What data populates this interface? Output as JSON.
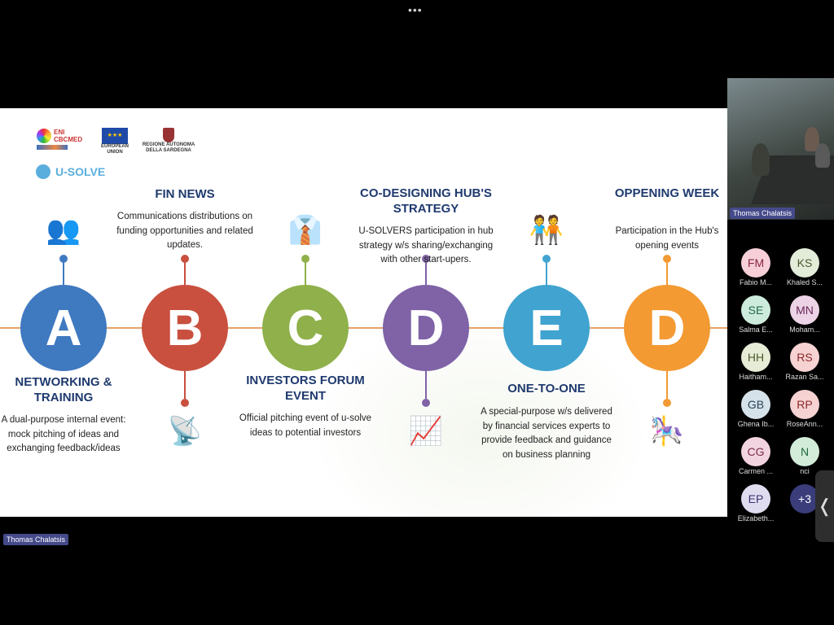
{
  "window": {
    "more_menu": "•••"
  },
  "slide": {
    "logos": {
      "eni": "ENI CBCMED",
      "eu": "EUROPEAN UNION",
      "region": "REGIONE AUTONOMA DELLA SARDEGNA",
      "usolve": "U-SOLVE"
    },
    "steps": [
      {
        "letter": "A",
        "color": "#3f79c0",
        "title": "NETWORKING & TRAINING",
        "desc": "A dual-purpose internal event: mock pitching of ideas and exchanging feedback/ideas",
        "icon": "team-icon"
      },
      {
        "letter": "B",
        "color": "#c9503f",
        "title": "FIN NEWS",
        "desc": "Communications distributions on funding opportunities and related updates.",
        "icon": "satellite-dish-icon"
      },
      {
        "letter": "C",
        "color": "#8fb04a",
        "title": "INVESTORS FORUM EVENT",
        "desc": "Official pitching event of u-solve ideas to potential investors",
        "icon": "tie-icon"
      },
      {
        "letter": "D",
        "color": "#7f63a6",
        "title": "CO-DESIGNING HUB'S STRATEGY",
        "desc": "U-SOLVERS participation in hub strategy w/s sharing/exchanging with other start-upers.",
        "icon": "chart-icon"
      },
      {
        "letter": "E",
        "color": "#41a3cf",
        "title": "ONE-TO-ONE",
        "desc": "A special-purpose w/s delivered by financial services experts to provide feedback and guidance on business planning",
        "icon": "meeting-icon"
      },
      {
        "letter": "D",
        "color": "#f39a33",
        "title": "OPPENING WEEK",
        "desc": "Participation in the Hub's opening events",
        "icon": "carousel-icon"
      }
    ]
  },
  "presenter": {
    "name": "Thomas Chalatsis"
  },
  "participants": [
    {
      "initials": "FM",
      "name": "Fabio M...",
      "bg": "#f6cfd9",
      "fg": "#8a2540"
    },
    {
      "initials": "KS",
      "name": "Khaled S...",
      "bg": "#e3ecd9",
      "fg": "#4a5a30"
    },
    {
      "initials": "SE",
      "name": "Salma  E...",
      "bg": "#cdebdc",
      "fg": "#1f6a48"
    },
    {
      "initials": "MN",
      "name": "Moham...",
      "bg": "#ecd3e6",
      "fg": "#6a2658"
    },
    {
      "initials": "HH",
      "name": "Haitham...",
      "bg": "#e6ecd6",
      "fg": "#4c5a2c"
    },
    {
      "initials": "RS",
      "name": "Razan Sa...",
      "bg": "#f6d2d2",
      "fg": "#8a2a2a"
    },
    {
      "initials": "GB",
      "name": "Ghena Ib...",
      "bg": "#d6e2ea",
      "fg": "#2a4458"
    },
    {
      "initials": "RP",
      "name": "RoseAnn...",
      "bg": "#f6d2d2",
      "fg": "#8a2a2a"
    },
    {
      "initials": "CG",
      "name": "Carmen ...",
      "bg": "#f2d4e0",
      "fg": "#7a2a4a"
    },
    {
      "initials": "N",
      "name": "nci",
      "bg": "#d2ecd9",
      "fg": "#1f6a3a"
    },
    {
      "initials": "EP",
      "name": "Elizabeth...",
      "bg": "#e0dcef",
      "fg": "#3a3470"
    },
    {
      "initials": "+3",
      "name": "",
      "bg": "#3a3d7a",
      "fg": "#ffffff"
    }
  ]
}
